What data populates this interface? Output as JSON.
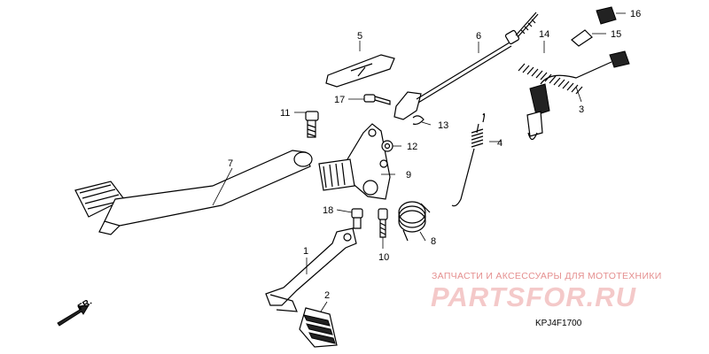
{
  "callouts": {
    "c1": "1",
    "c2": "2",
    "c3": "3",
    "c4": "4",
    "c5": "5",
    "c6": "6",
    "c7": "7",
    "c8": "8",
    "c9": "9",
    "c10": "10",
    "c11": "11",
    "c12": "12",
    "c13": "13",
    "c14": "14",
    "c15": "15",
    "c16": "16",
    "c17": "17",
    "c18": "18"
  },
  "watermark": {
    "subtitle": "ЗАПЧАСТИ И АКСЕССУАРЫ ДЛЯ МОТОТЕХНИКИ",
    "logo": "PARTSFOR.RU"
  },
  "diagram_code": "KPJ4F1700",
  "front_arrow_label": "FR.",
  "colors": {
    "watermark": "#e58f8f",
    "line": "#000000"
  }
}
